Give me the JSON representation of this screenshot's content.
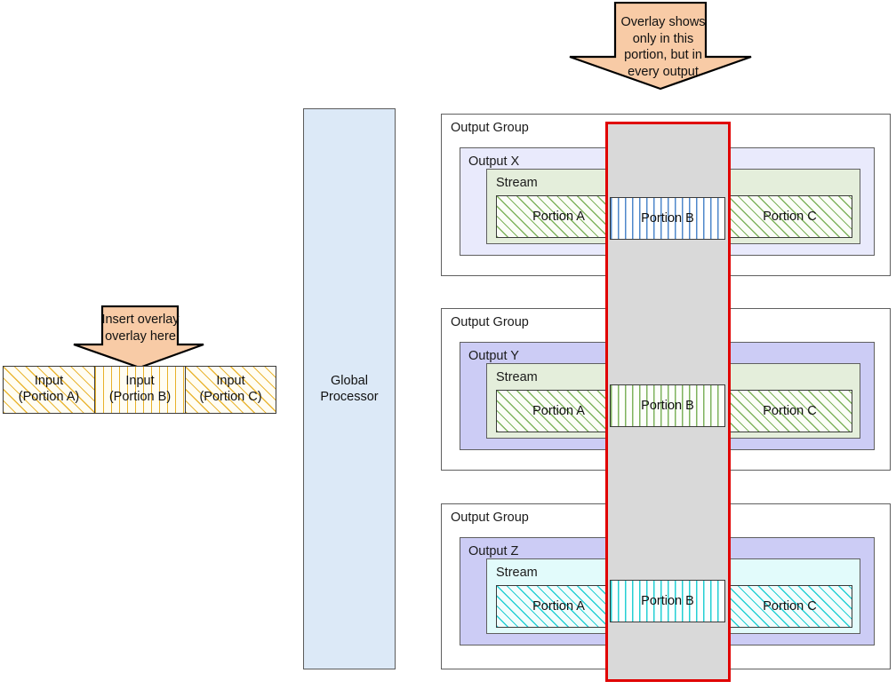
{
  "diagram": {
    "title": "Overlay insertion across output groups",
    "colors": {
      "overlay_band_fill": "#d9d9d9",
      "overlay_band_border": "#e00000",
      "arrow_fill": "#f8cba6",
      "arrow_border": "#000000",
      "processor_fill": "#dce9f7",
      "output_x_fill": "#e9eafc",
      "output_y_fill": "#ccccf5",
      "output_z_fill": "#ccccf5",
      "stream_green_fill": "#e4eedb",
      "stream_cyan_fill": "#e2fbfb",
      "input_hatch": "#e6aa14",
      "green_hatch": "#78af55",
      "blue_hatch": "#4682c8",
      "cyan_hatch": "#19cdd2"
    }
  },
  "top_arrow": {
    "label": "Overlay shows\nonly in this\nportion, but in\nevery output"
  },
  "insert_arrow": {
    "label": "Insert overlay\noverlay here"
  },
  "input_strip": {
    "cells": [
      {
        "line1": "Input",
        "line2": "(Portion A)",
        "fill": "hatch-gold-diag"
      },
      {
        "line1": "Input",
        "line2": "(Portion B)",
        "fill": "hatch-gold-vert"
      },
      {
        "line1": "Input",
        "line2": "(Portion C)",
        "fill": "hatch-gold-diag"
      }
    ]
  },
  "processor": {
    "label": "Global\nProcessor"
  },
  "overlay_band": {
    "label": ""
  },
  "output_groups": [
    {
      "group_label": "Output Group",
      "output_label": "Output X",
      "stream_label": "Stream",
      "output_fill": "#e9eafc",
      "stream_fill": "#e4eedb",
      "portions": [
        {
          "label": "Portion A",
          "fill": "hatch-green-diag"
        },
        {
          "label": "Portion B",
          "fill": "hatch-blue-vert"
        },
        {
          "label": "Portion C",
          "fill": "hatch-green-diag"
        }
      ]
    },
    {
      "group_label": "Output Group",
      "output_label": "Output Y",
      "stream_label": "Stream",
      "output_fill": "#ccccf5",
      "stream_fill": "#e4eedb",
      "portions": [
        {
          "label": "Portion A",
          "fill": "hatch-green-diag"
        },
        {
          "label": "Portion B",
          "fill": "hatch-green-vert"
        },
        {
          "label": "Portion C",
          "fill": "hatch-green-diag"
        }
      ]
    },
    {
      "group_label": "Output Group",
      "output_label": "Output Z",
      "stream_label": "Stream",
      "output_fill": "#ccccf5",
      "stream_fill": "#e2fbfb",
      "portions": [
        {
          "label": "Portion A",
          "fill": "hatch-cyan-diag"
        },
        {
          "label": "Portion B",
          "fill": "hatch-cyan-vert"
        },
        {
          "label": "Portion C",
          "fill": "hatch-cyan-diag"
        }
      ]
    }
  ]
}
